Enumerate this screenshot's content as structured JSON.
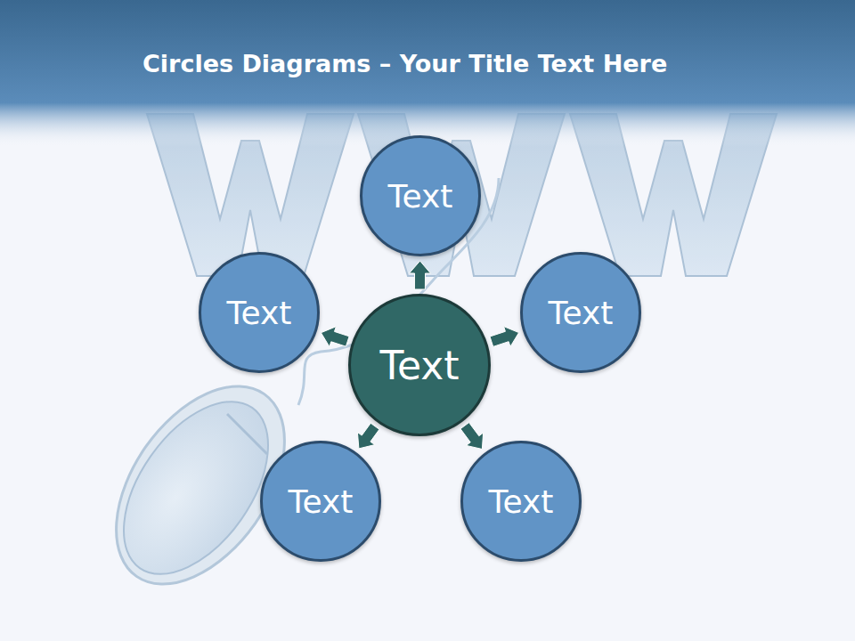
{
  "diagram": {
    "title": "Circles Diagrams – Your Title Text Here",
    "nodes": [
      {
        "text": [
          "Text"
        ]
      },
      {
        "text": [
          "Text"
        ]
      },
      {
        "text": [
          "Text"
        ]
      },
      {
        "text": [
          "Text"
        ]
      },
      {
        "text": [
          "Text"
        ]
      },
      {
        "text": [
          "Text"
        ]
      }
    ],
    "edges": [
      {
        "from": 3,
        "to": 0,
        "arrow": "to"
      },
      {
        "from": 3,
        "to": 2,
        "arrow": "to"
      },
      {
        "from": 3,
        "to": 5,
        "arrow": "to"
      },
      {
        "from": 3,
        "to": 4,
        "arrow": "to"
      },
      {
        "from": 3,
        "to": 1,
        "arrow": "to"
      }
    ]
  }
}
